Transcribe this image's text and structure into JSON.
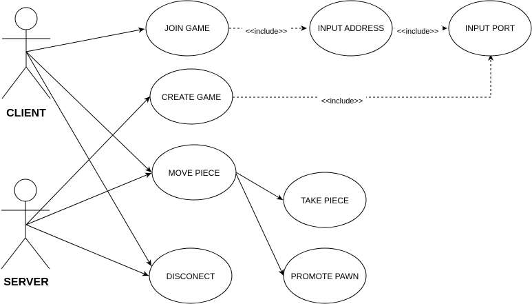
{
  "diagram": {
    "kind": "use-case",
    "actors": {
      "client": "CLIENT",
      "server": "SERVER"
    },
    "use_cases": {
      "join_game": "JOIN GAME",
      "input_address": "INPUT ADDRESS",
      "input_port": "INPUT PORT",
      "create_game": "CREATE GAME",
      "move_piece": "MOVE PIECE",
      "take_piece": "TAKE PIECE",
      "promote_pawn": "PROMOTE PAWN",
      "disconect": "DISCONECT"
    },
    "include_label": "<<include>>",
    "associations": [
      [
        "CLIENT",
        "JOIN GAME"
      ],
      [
        "CLIENT",
        "MOVE PIECE"
      ],
      [
        "CLIENT",
        "DISCONECT"
      ],
      [
        "SERVER",
        "CREATE GAME"
      ],
      [
        "SERVER",
        "MOVE PIECE"
      ],
      [
        "SERVER",
        "DISCONECT"
      ],
      [
        "MOVE PIECE",
        "TAKE PIECE"
      ],
      [
        "MOVE PIECE",
        "PROMOTE PAWN"
      ]
    ],
    "includes": [
      [
        "JOIN GAME",
        "INPUT ADDRESS"
      ],
      [
        "INPUT ADDRESS",
        "INPUT PORT"
      ],
      [
        "CREATE GAME",
        "INPUT PORT"
      ]
    ],
    "colors": {
      "stroke": "#000000",
      "fill": "#ffffff",
      "background": "#ffffff"
    }
  }
}
